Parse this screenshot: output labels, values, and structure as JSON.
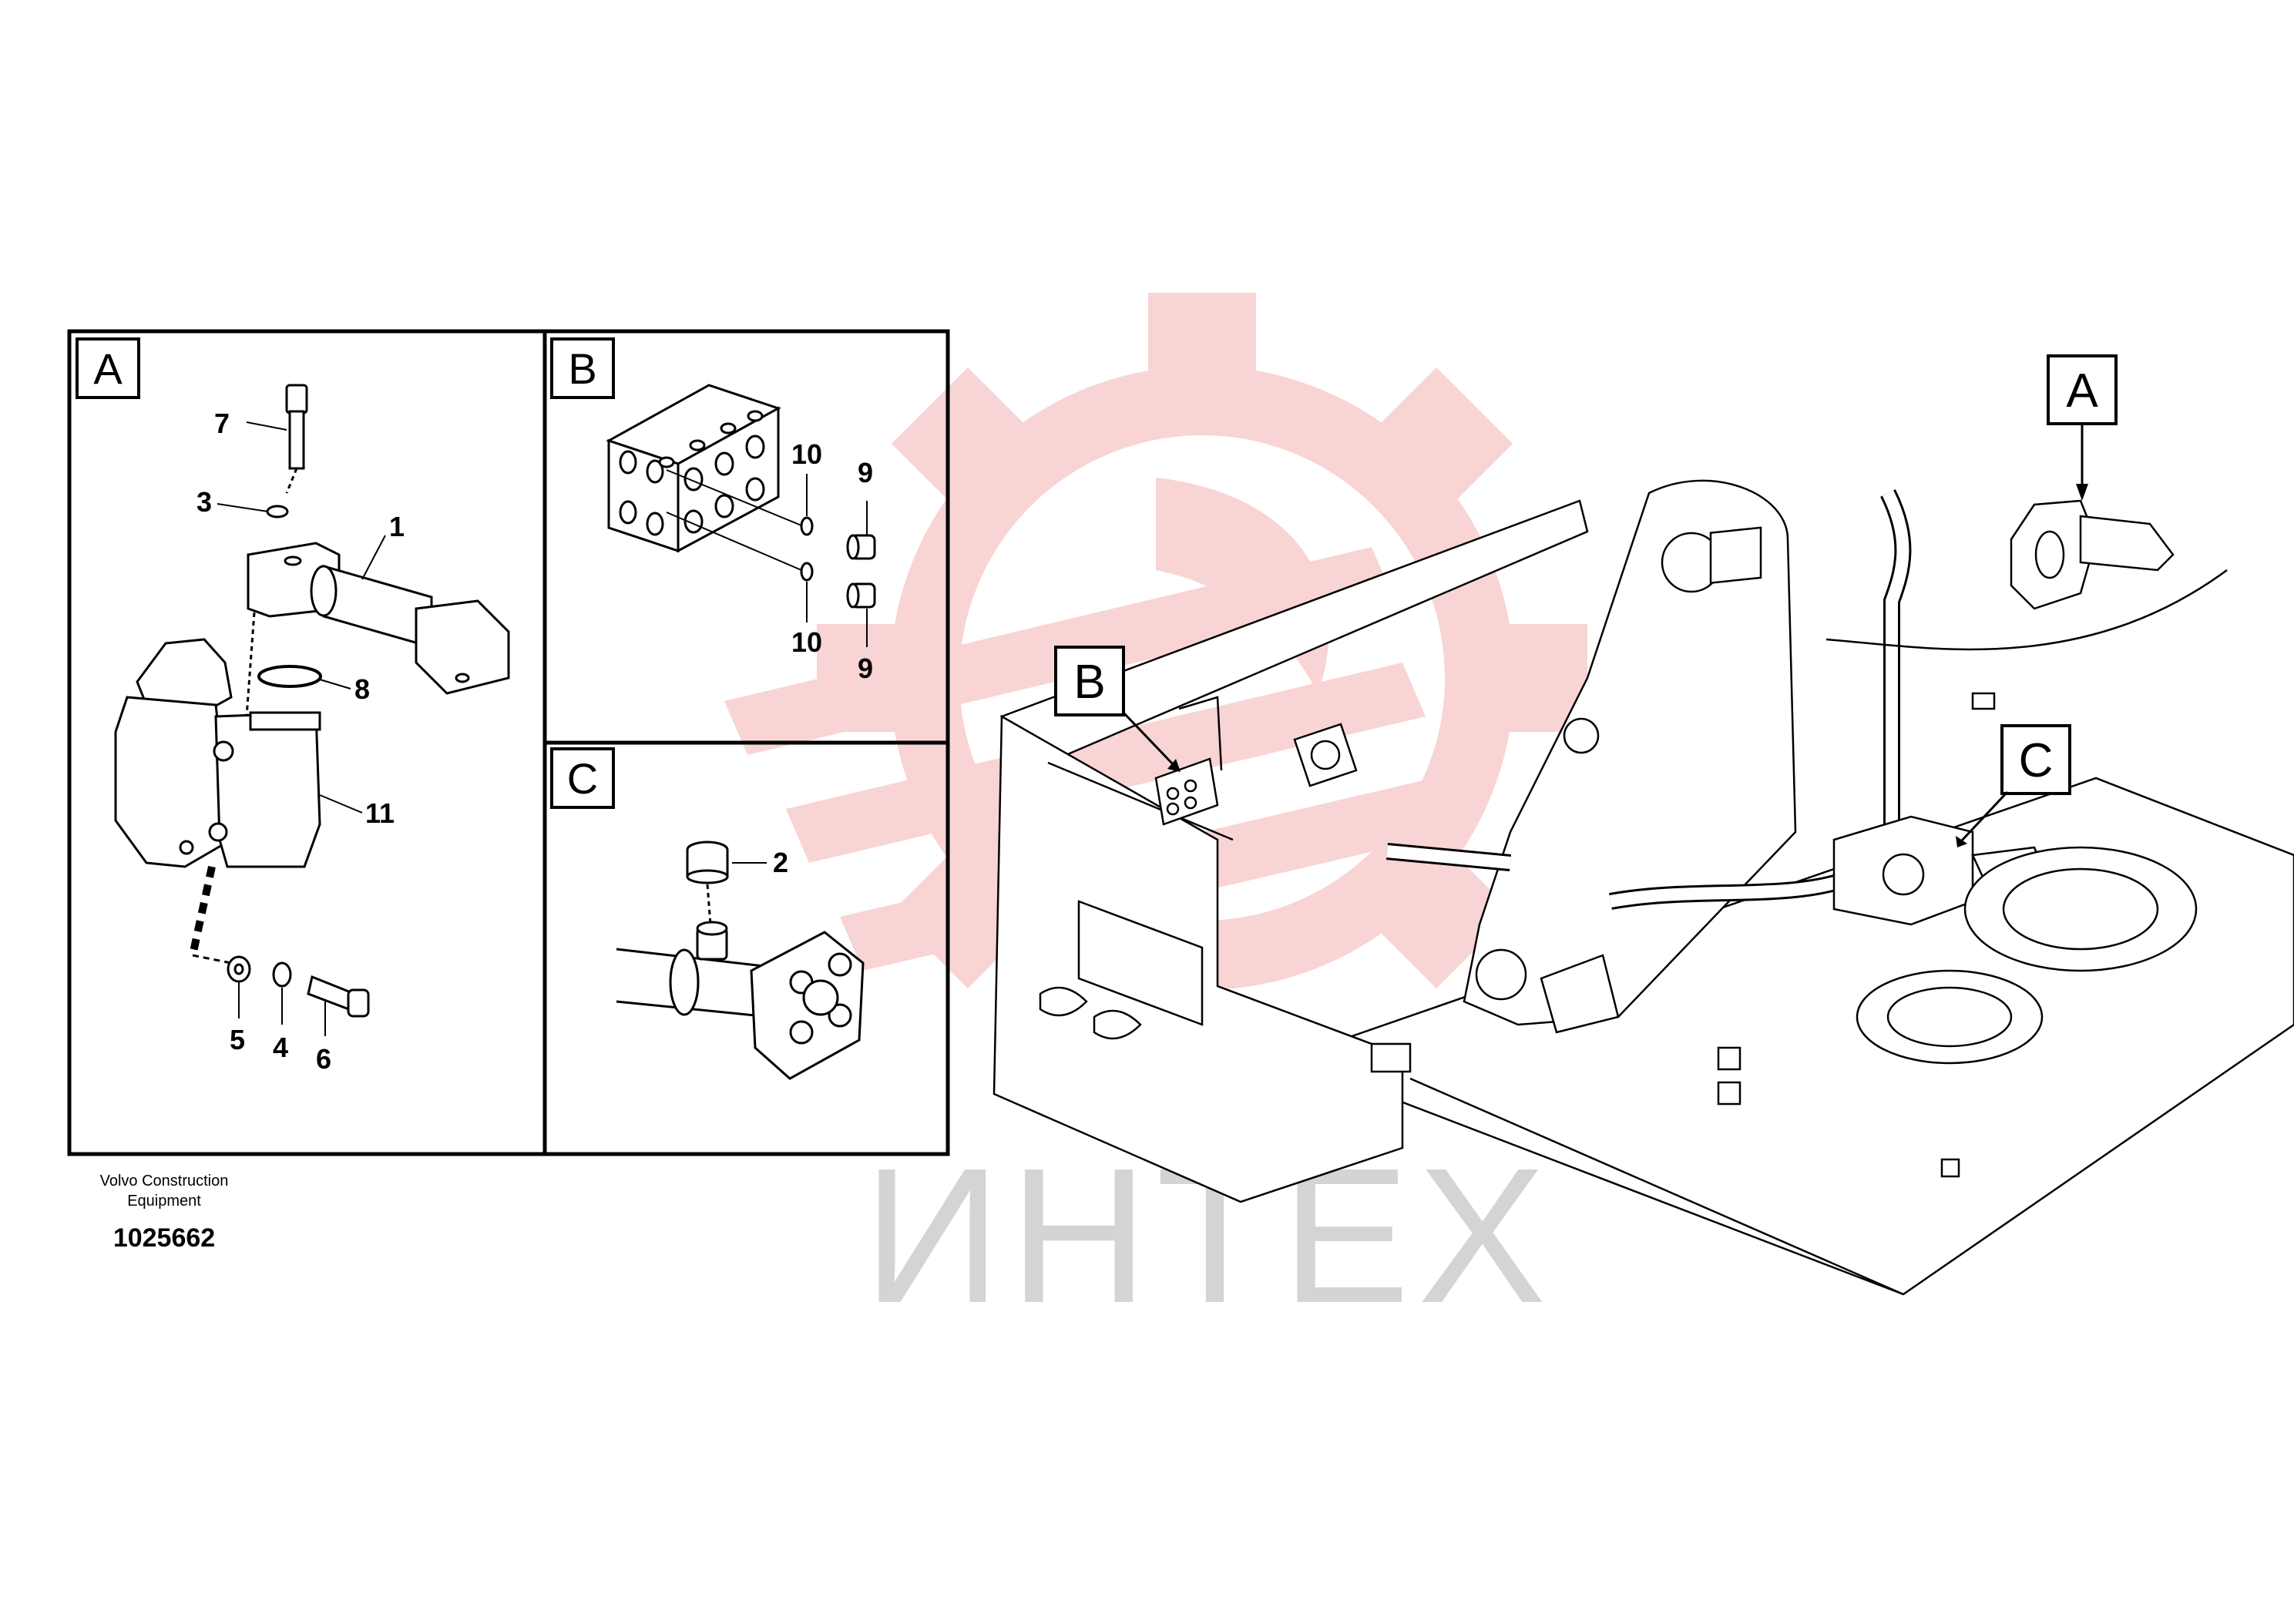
{
  "watermark": {
    "text": "ИНТЕХ",
    "gear_color": "#e23b3b",
    "text_color": "#cfcfcf"
  },
  "detail_panels": {
    "A": {
      "label": "A",
      "callouts": [
        "7",
        "3",
        "1",
        "8",
        "11",
        "5",
        "4",
        "6"
      ]
    },
    "B": {
      "label": "B",
      "callouts": [
        "10",
        "9",
        "10",
        "9"
      ]
    },
    "C": {
      "label": "C",
      "callouts": [
        "2"
      ]
    }
  },
  "overview_callouts": [
    "A",
    "B",
    "C"
  ],
  "footer": {
    "company": "Volvo Construction Equipment",
    "drawing_number": "1025662"
  },
  "icons": {
    "watermark_logo": "gear-flame-logo-icon"
  }
}
